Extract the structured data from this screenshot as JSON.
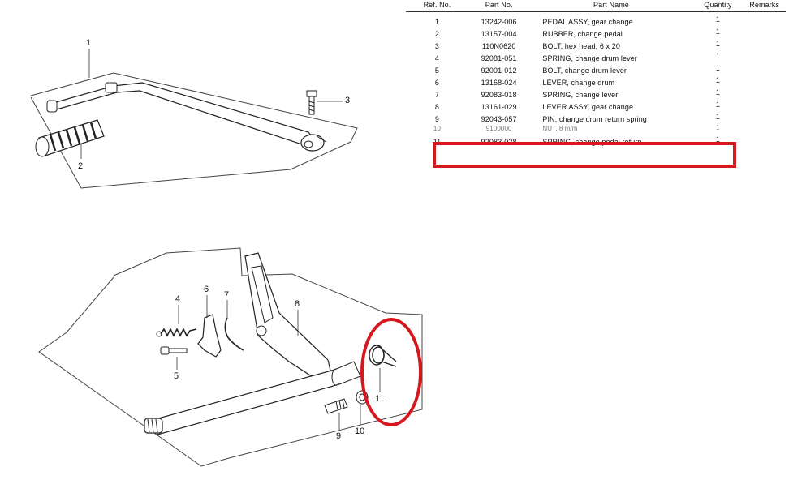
{
  "table": {
    "headers": {
      "ref": "Ref. No.",
      "part": "Part No.",
      "name": "Part Name",
      "qty": "Quantity",
      "remarks": "Remarks"
    },
    "rows": [
      {
        "ref": "1",
        "part": "13242-006",
        "name": "PEDAL ASSY, gear change",
        "qty": "1"
      },
      {
        "ref": "2",
        "part": "13157-004",
        "name": "RUBBER, change pedal",
        "qty": "1"
      },
      {
        "ref": "3",
        "part": "110N0620",
        "name": "BOLT, hex head, 6 x 20",
        "qty": "1"
      },
      {
        "ref": "4",
        "part": "92081-051",
        "name": "SPRING, change drum lever",
        "qty": "1"
      },
      {
        "ref": "5",
        "part": "92001-012",
        "name": "BOLT, change drum lever",
        "qty": "1"
      },
      {
        "ref": "6",
        "part": "13168-024",
        "name": "LEVER, change drum",
        "qty": "1"
      },
      {
        "ref": "7",
        "part": "92083-018",
        "name": "SPRING, change lever",
        "qty": "1"
      },
      {
        "ref": "8",
        "part": "13161-029",
        "name": "LEVER ASSY, gear change",
        "qty": "1"
      },
      {
        "ref": "9",
        "part": "92043-057",
        "name": "PIN, change drum return spring",
        "qty": "1"
      }
    ],
    "faded_row": {
      "ref": "10",
      "part": "9100000",
      "name": "NUT, 8 m/m",
      "qty": "1"
    },
    "highlight_row": {
      "ref": "11",
      "part": "92083-028",
      "name": "SPRING, change pedal return",
      "qty": "1"
    }
  },
  "callouts": [
    "1",
    "2",
    "3",
    "4",
    "5",
    "6",
    "7",
    "8",
    "9",
    "10",
    "11"
  ],
  "highlight_color": "#d5171e",
  "icons": [
    "gear-change-pedal-icon",
    "pedal-rubber-icon",
    "hex-bolt-icon",
    "return-spring-icon",
    "shift-shaft-icon"
  ]
}
